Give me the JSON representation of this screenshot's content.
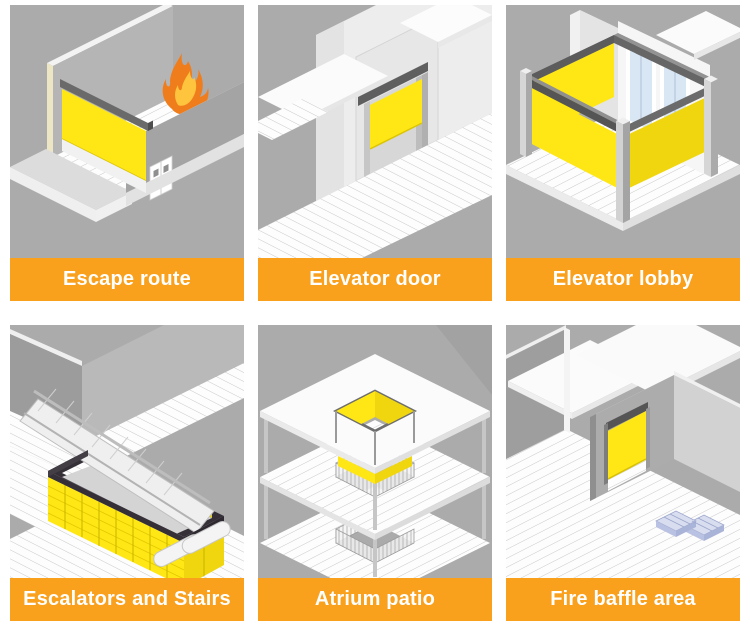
{
  "colors": {
    "accent_orange": "#F9A01D",
    "panel_gray": "#ABABAB",
    "curtain_yellow": "#FFE715",
    "curtain_gold": "#F0D60E",
    "rail_dark": "#6A6A6A",
    "rim_black": "#352F38",
    "label_text": "#FFFFFF",
    "flame_orange": "#EF7D1C",
    "flame_yellow": "#FFC43E",
    "glass_blue": "#D9E6F3",
    "pallet_blue": "#D8DEF0"
  },
  "panels": [
    {
      "label": "Escape route"
    },
    {
      "label": "Elevator door"
    },
    {
      "label": "Elevator lobby"
    },
    {
      "label": "Escalators and Stairs"
    },
    {
      "label": "Atrium patio"
    },
    {
      "label": "Fire baffle area"
    }
  ]
}
